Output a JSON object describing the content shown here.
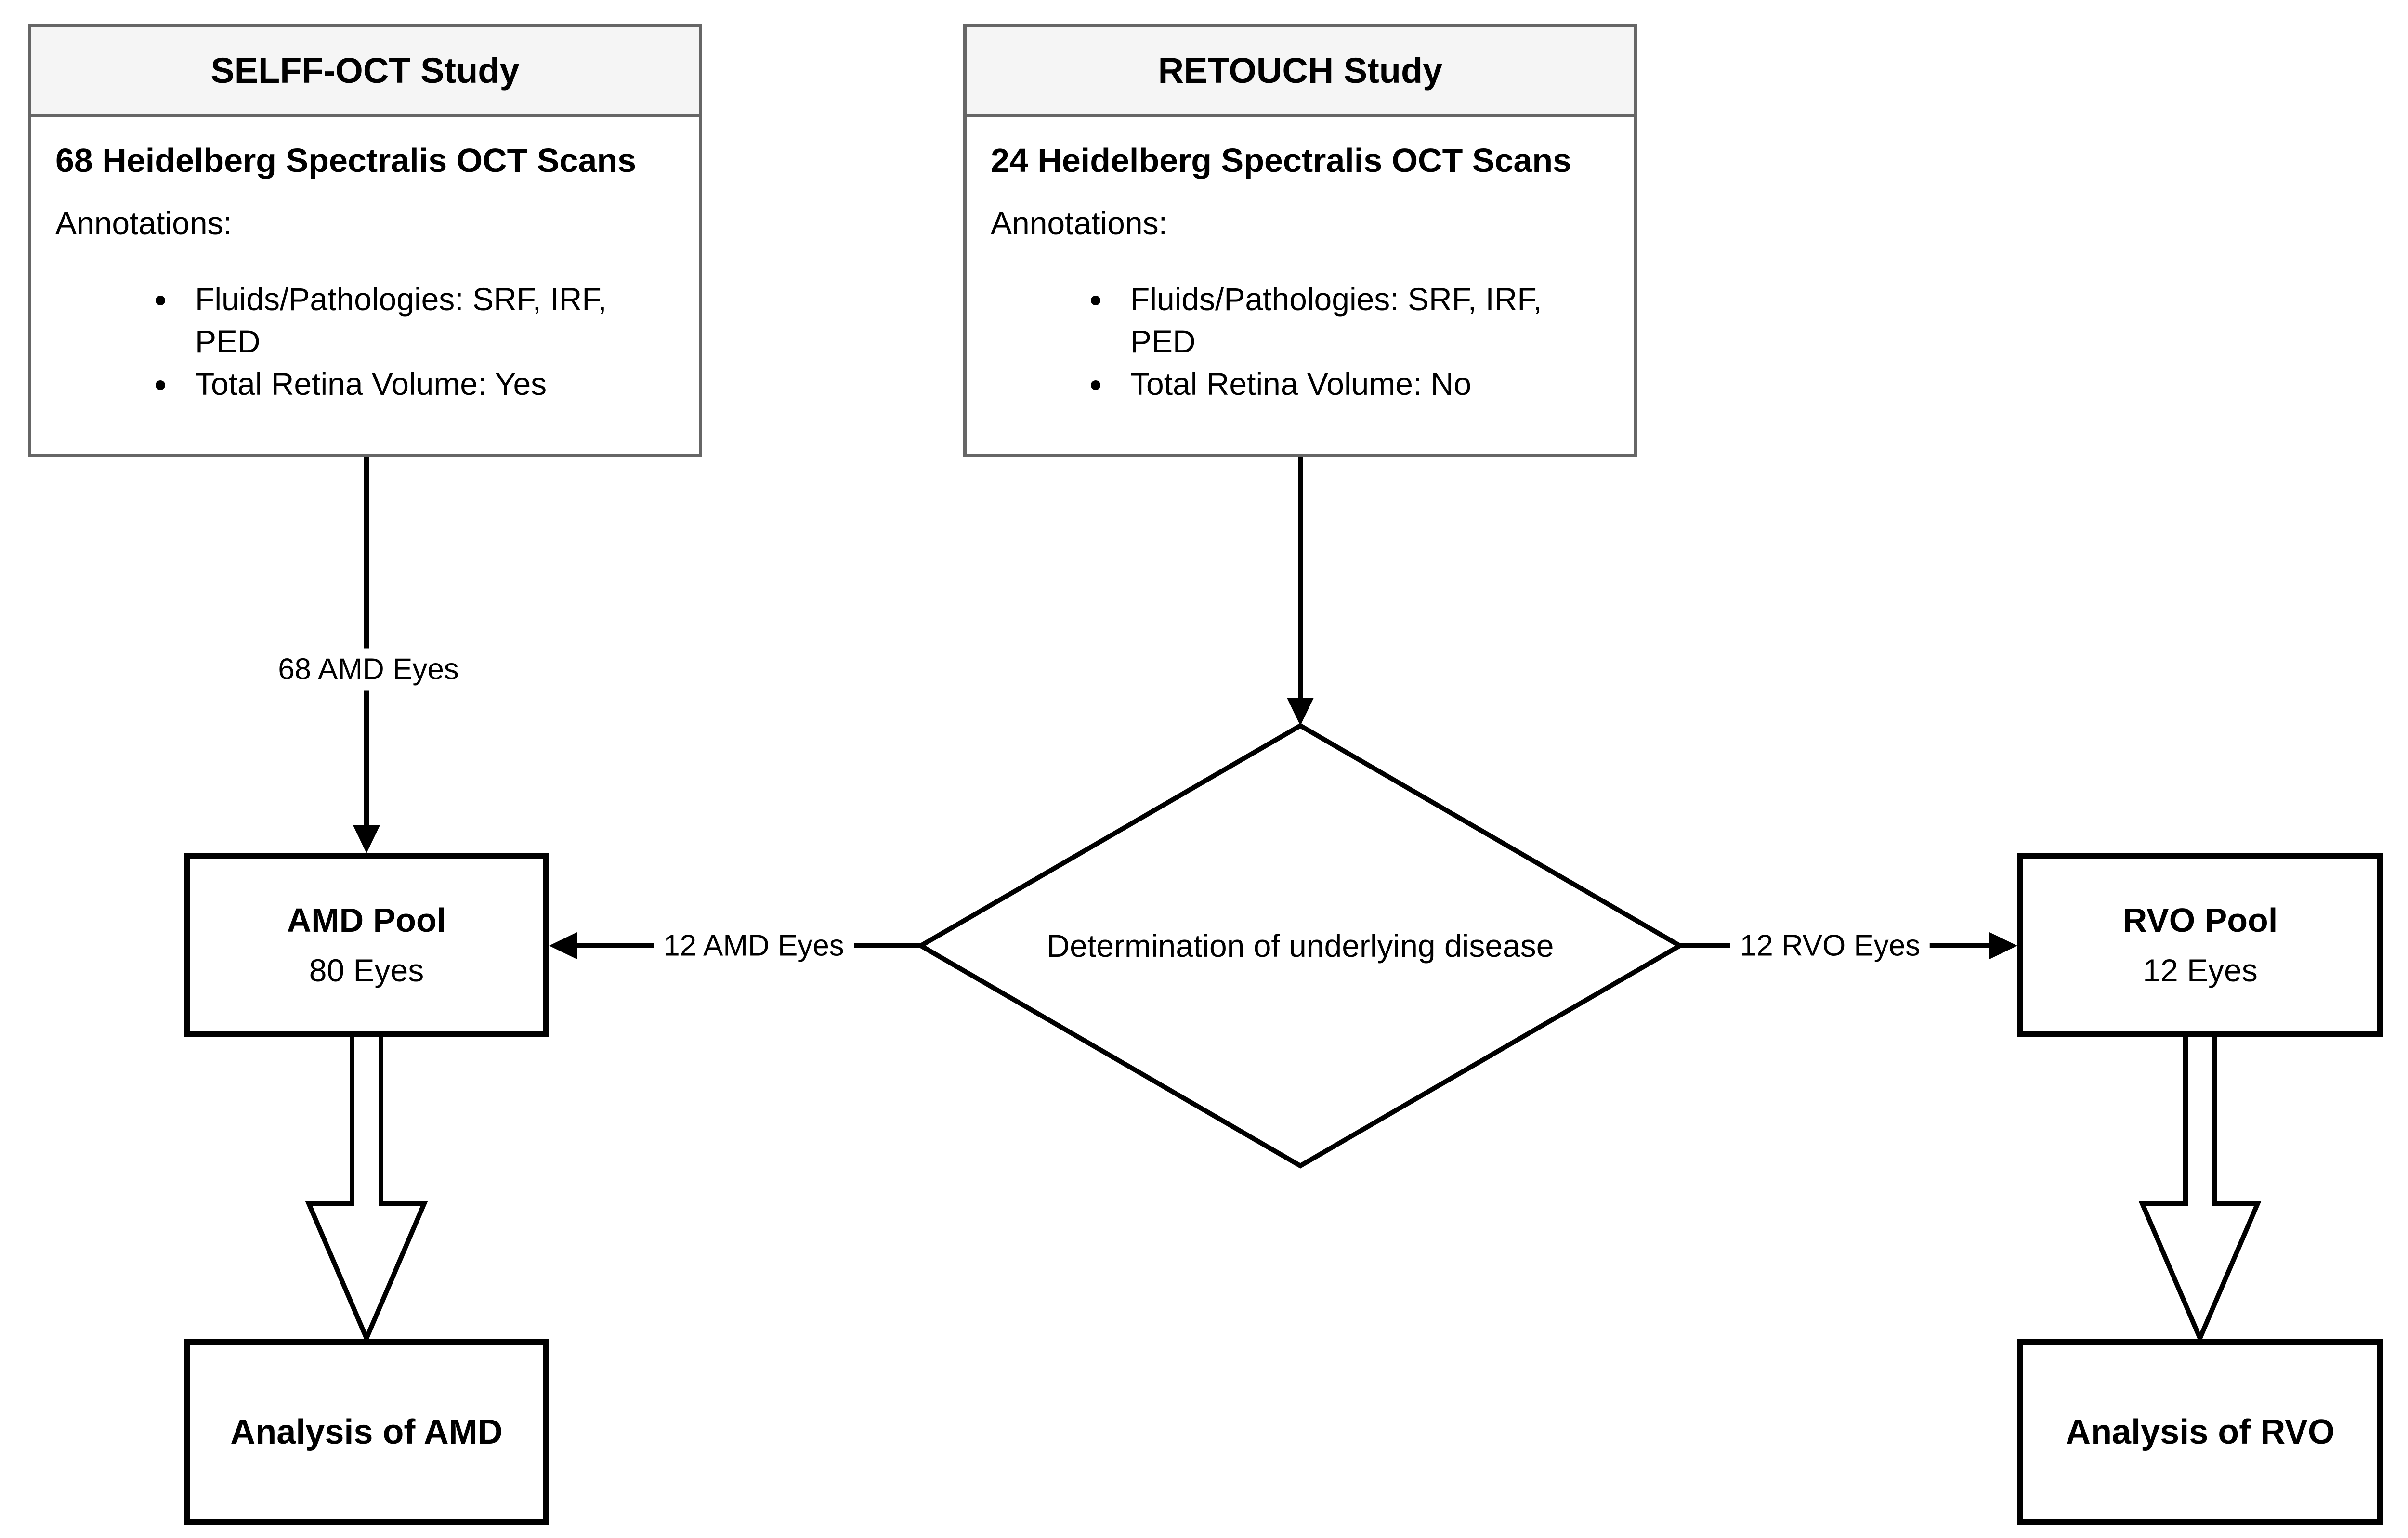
{
  "studies": [
    {
      "title": "SELFF-OCT Study",
      "headline": "68 Heidelberg Spectralis OCT Scans",
      "annotations_label": "Annotations:",
      "bullets": [
        "Fluids/Pathologies: SRF, IRF, PED",
        "Total Retina Volume: Yes"
      ]
    },
    {
      "title": "RETOUCH Study",
      "headline": "24 Heidelberg Spectralis OCT Scans",
      "annotations_label": "Annotations:",
      "bullets": [
        "Fluids/Pathologies: SRF, IRF, PED",
        "Total Retina Volume: No"
      ]
    }
  ],
  "decision_diamond": {
    "label": "Determination of underlying disease"
  },
  "pools": [
    {
      "title": "AMD Pool",
      "count": "80 Eyes"
    },
    {
      "title": "RVO Pool",
      "count": "12 Eyes"
    }
  ],
  "analysis_boxes": [
    {
      "label": "Analysis of AMD"
    },
    {
      "label": "Analysis of RVO"
    }
  ],
  "edge_labels": [
    {
      "text": "68 AMD Eyes"
    },
    {
      "text": "12 AMD Eyes"
    },
    {
      "text": "12 RVO Eyes"
    }
  ],
  "colors": {
    "study_border": "#666666",
    "study_header_fill": "#f5f5f5",
    "shape_border": "#000000",
    "text": "#000000",
    "background": "#ffffff"
  }
}
